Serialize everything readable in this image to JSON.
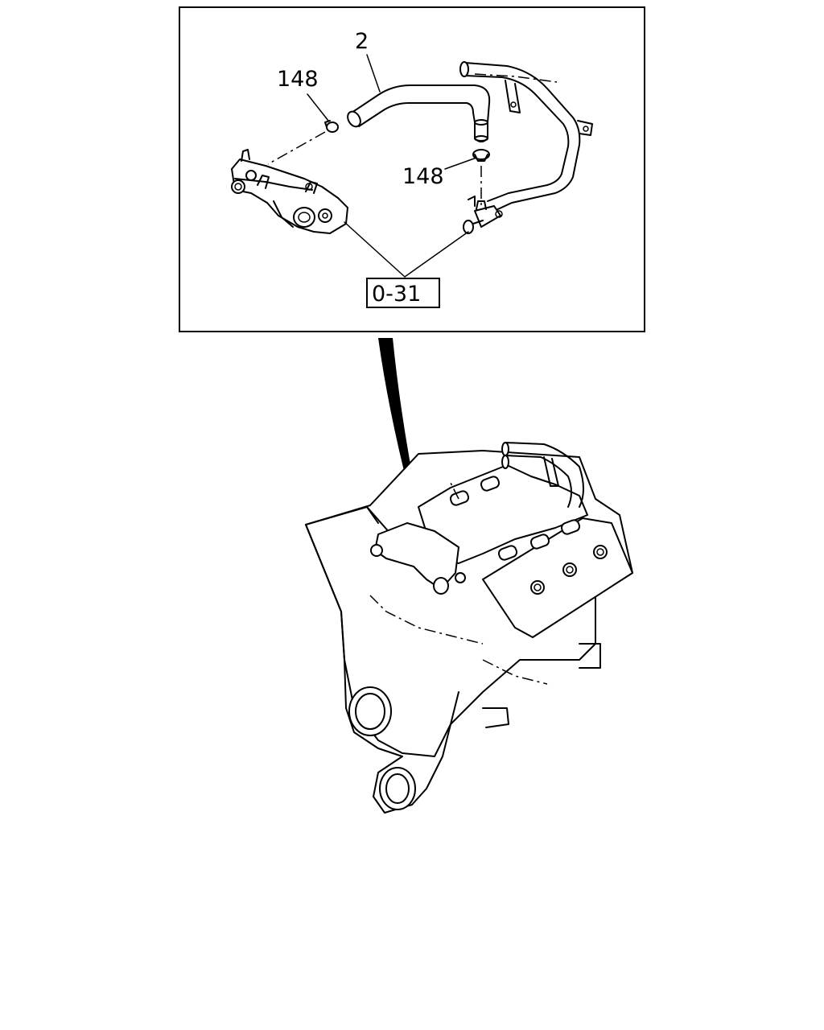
{
  "detail_view": {
    "callouts": [
      {
        "id": "hose",
        "label": "2"
      },
      {
        "id": "clip-left",
        "label": "148"
      },
      {
        "id": "clip-right",
        "label": "148"
      }
    ],
    "reference": {
      "label": "0-31"
    }
  },
  "icons": {
    "detail_pointer": "pointer-arrow-icon"
  }
}
